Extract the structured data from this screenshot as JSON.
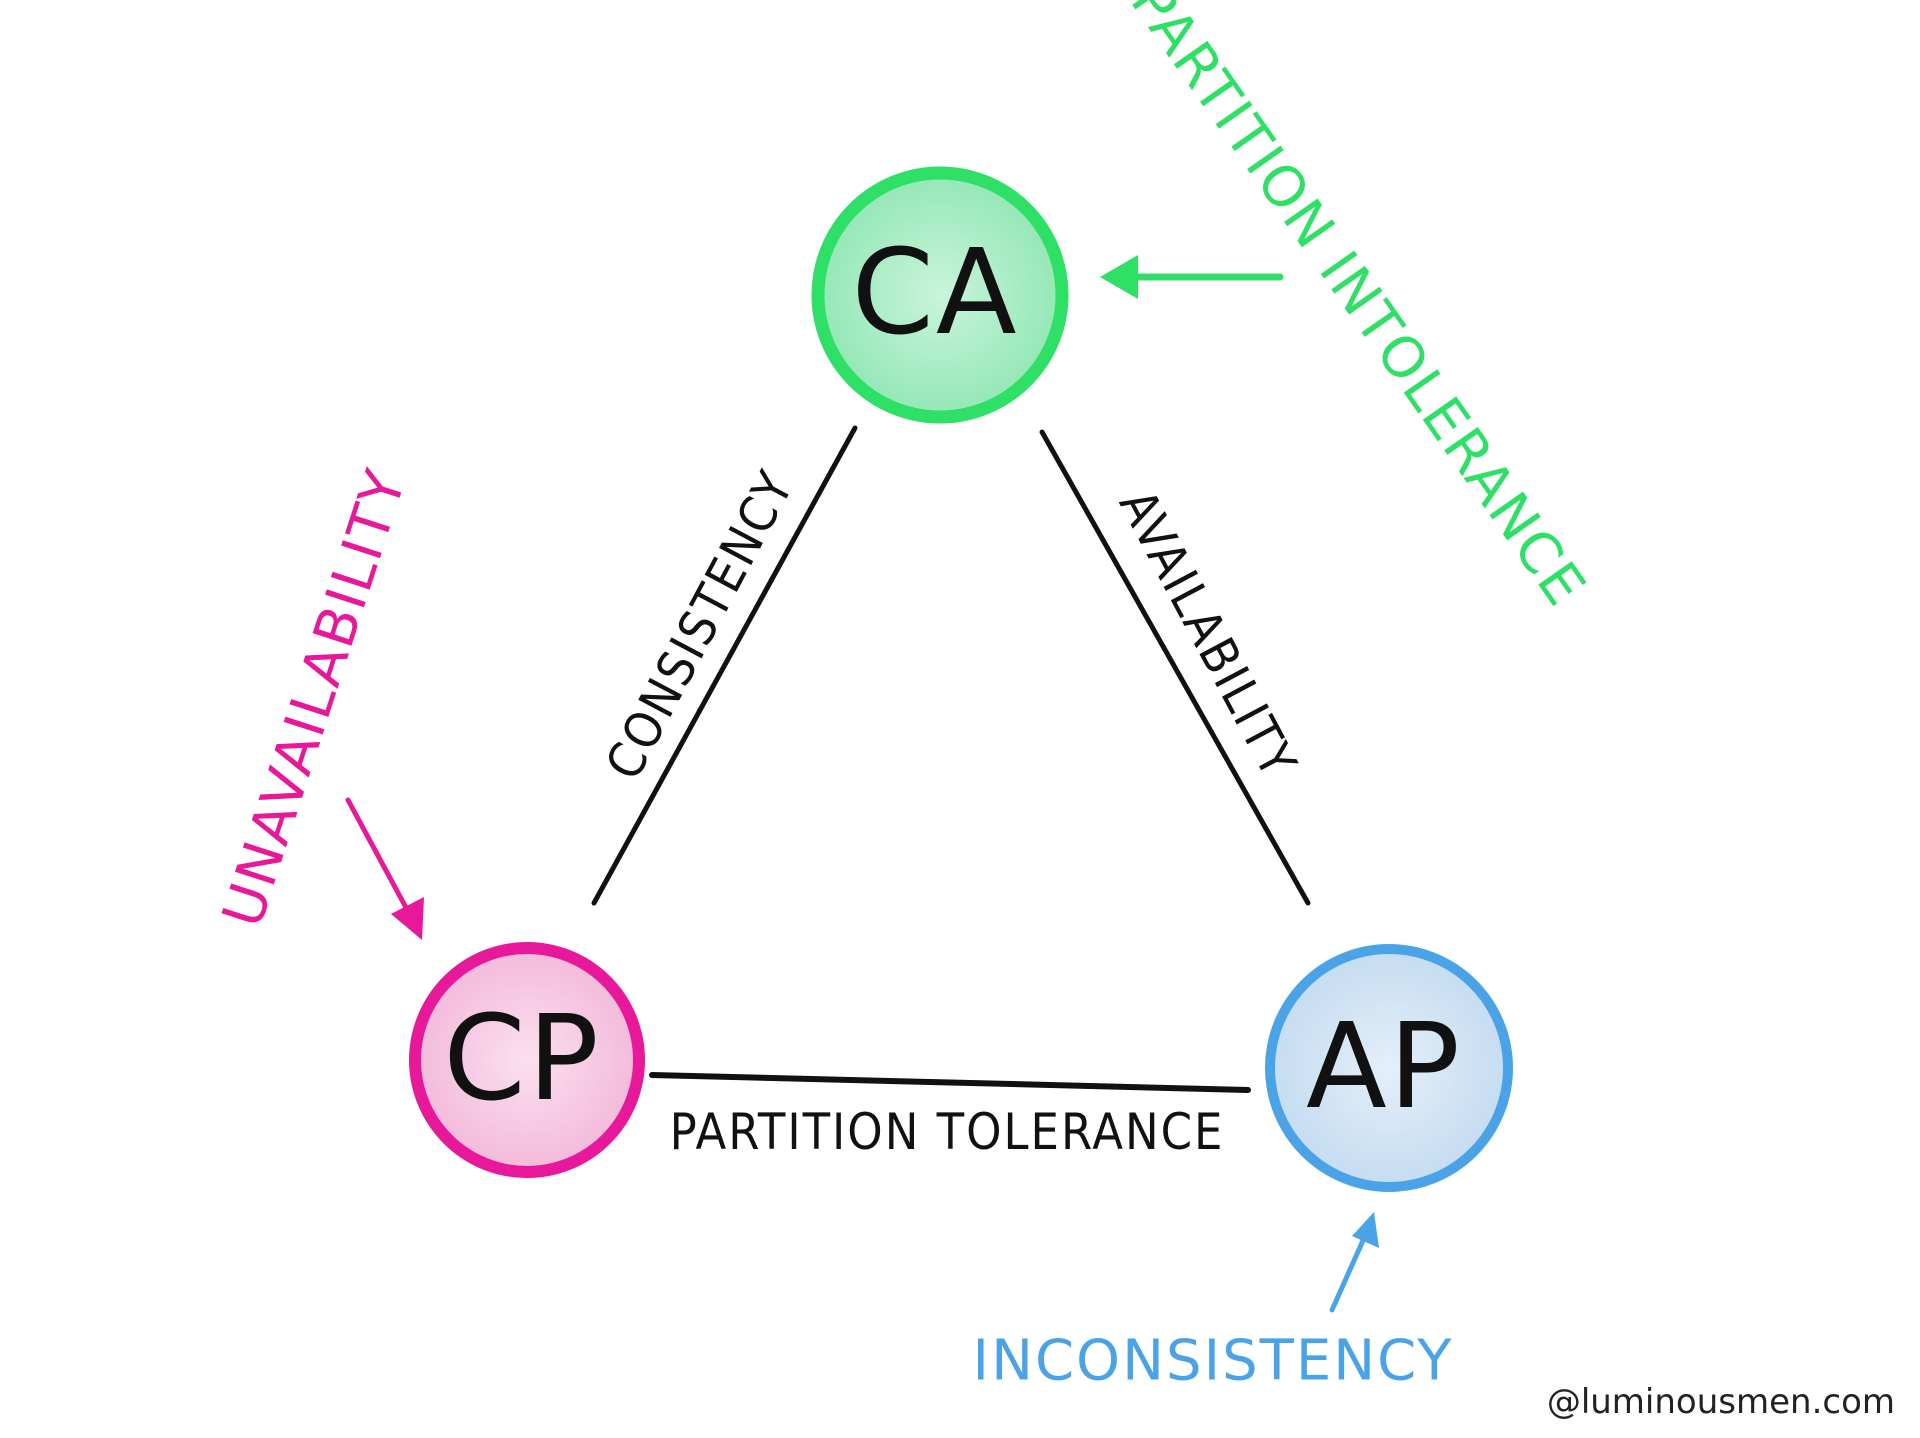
{
  "colors": {
    "ca": "#2ee066",
    "ca_fill": "#a6ecc4",
    "cp": "#e8189a",
    "cp_fill": "#f6c8e2",
    "ap": "#4aa3e6",
    "ap_fill": "#cfe3f4",
    "line": "#111111",
    "credit": "#222222"
  },
  "nodes": {
    "ca": "CA",
    "cp": "CP",
    "ap": "AP"
  },
  "edges": {
    "left": "CONSISTENCY",
    "right": "AVAILABILITY",
    "bottom": "PARTITION  TOLERANCE"
  },
  "notes": {
    "ca": "PARTITION  INTOLERANCE",
    "cp": "UNAVAILABILITY",
    "ap": "INCONSISTENCY"
  },
  "credit": "@luminousmen.com"
}
